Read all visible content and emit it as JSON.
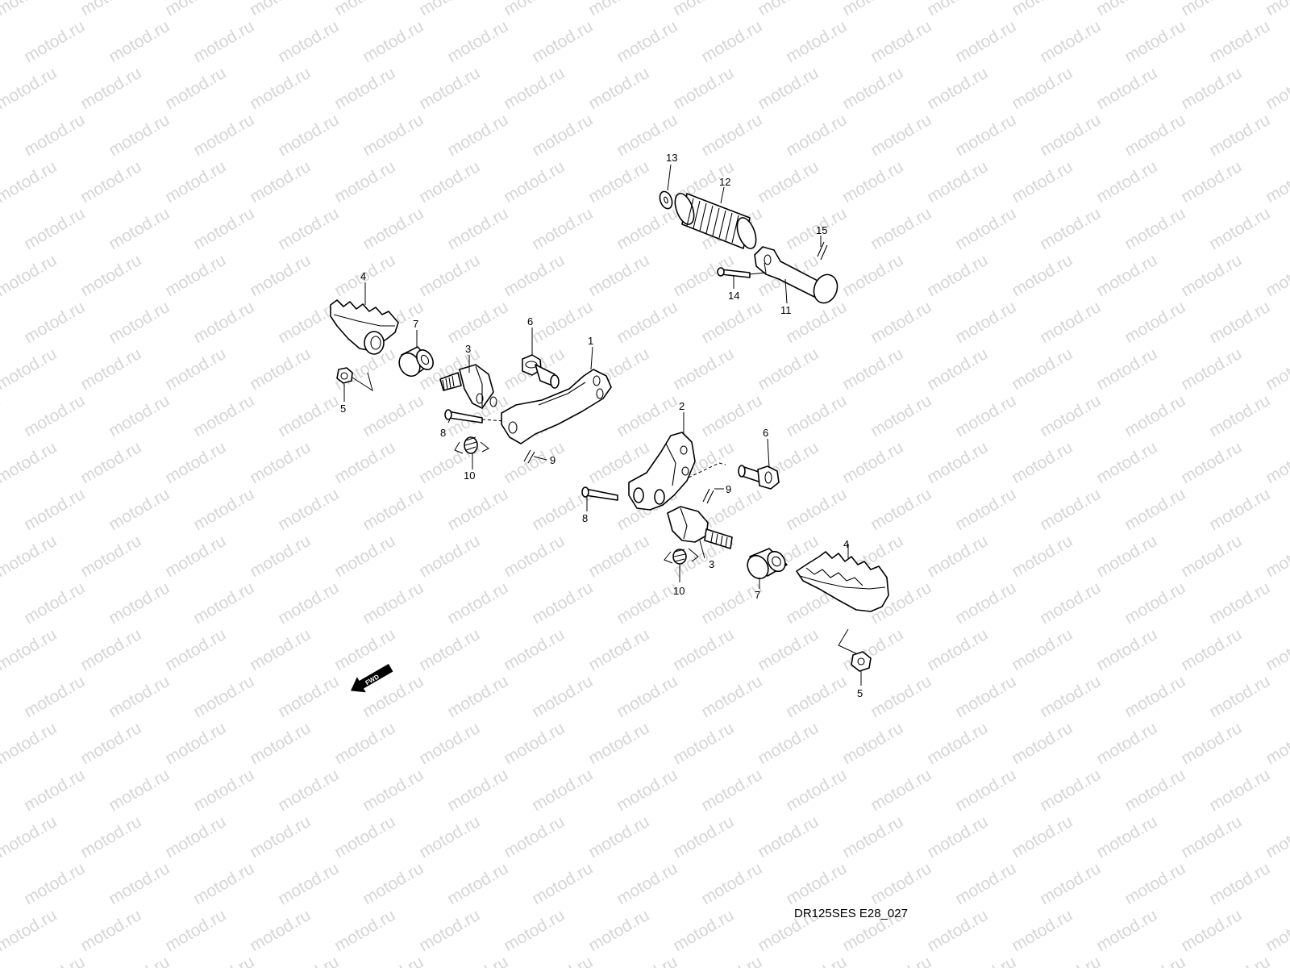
{
  "watermark_text": "motod.ru",
  "fwd_label": "FWD",
  "drawing_code": "DR125SES E28_027",
  "callouts": {
    "c1": "1",
    "c2": "2",
    "c3a": "3",
    "c3b": "3",
    "c4a": "4",
    "c4b": "4",
    "c5a": "5",
    "c5b": "5",
    "c6a": "6",
    "c6b": "6",
    "c7a": "7",
    "c7b": "7",
    "c8a": "8",
    "c8b": "8",
    "c9a": "9",
    "c9b": "9",
    "c10a": "10",
    "c10b": "10",
    "c11": "11",
    "c12": "12",
    "c13": "13",
    "c14": "14",
    "c15": "15"
  }
}
